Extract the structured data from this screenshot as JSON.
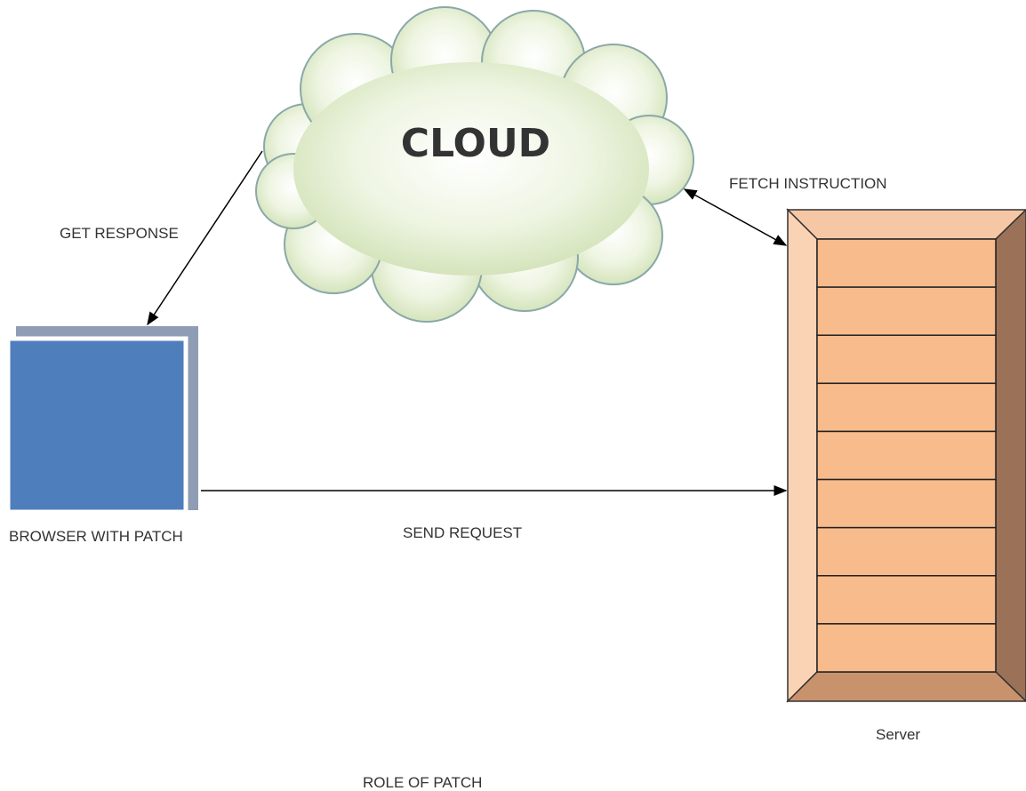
{
  "labels": {
    "cloud": "CLOUD",
    "fetch_instruction": "FETCH INSTRUCTION",
    "get_response": "GET RESPONSE",
    "browser": "BROWSER WITH PATCH",
    "send_request": "SEND REQUEST",
    "server": "Server",
    "caption": "ROLE OF PATCH"
  },
  "colors": {
    "cloud_fill": "#dfeccb",
    "cloud_stroke": "#8aa8a8",
    "browser_front": "#4f7ebd",
    "browser_back": "#8e9db4",
    "server_side_left": "#f9d3b4",
    "server_side_right": "#9b7158",
    "server_top": "#f6c7a4",
    "server_bottom": "#c8926c",
    "server_face": "#f7bb8c"
  },
  "server": {
    "panel_count": 9
  }
}
